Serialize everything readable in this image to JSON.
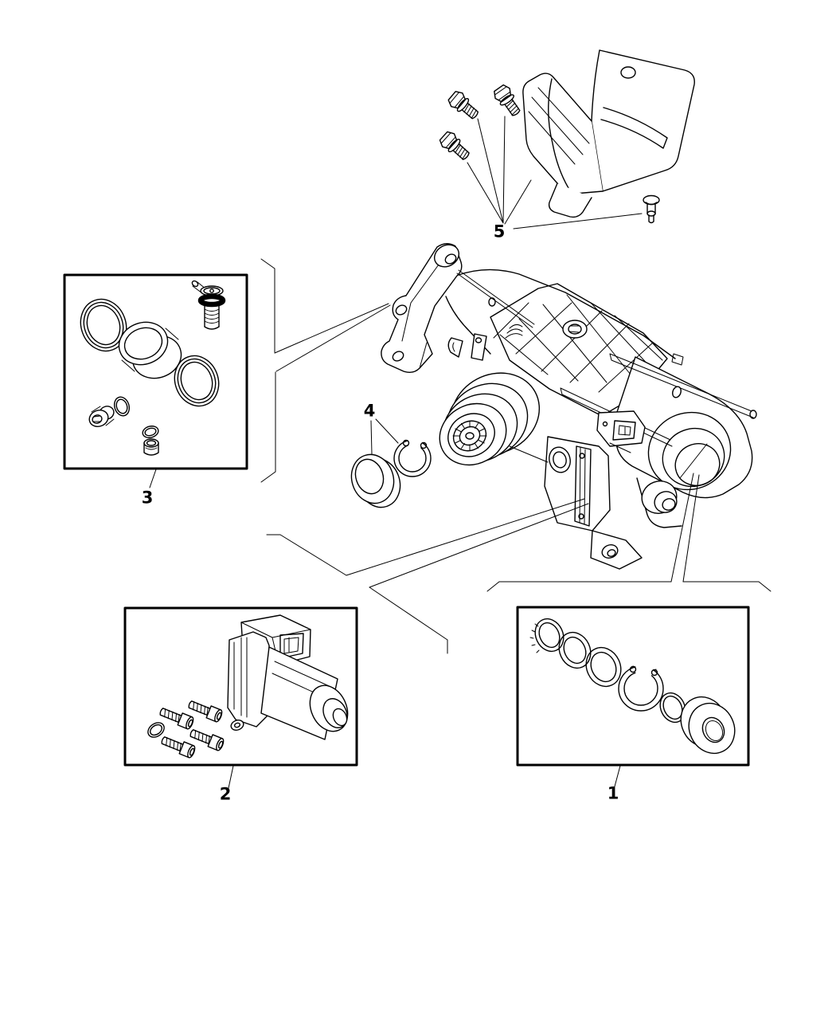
{
  "page": {
    "type": "exploded-parts-diagram",
    "background": "#ffffff",
    "ink": "#000000"
  },
  "callouts": {
    "c1": "1",
    "c2": "2",
    "c3": "3",
    "c4": "4",
    "c5": "5"
  },
  "groups": {
    "g1": "output-seal-and-ring-kit",
    "g2": "actuator-motor-kit",
    "g3": "housing-plug-vent-and-seal-kit",
    "g4": "input-seal-and-snap-ring",
    "g5": "heat-shield-with-fasteners",
    "assembly": "power-transfer-unit-assembly"
  }
}
